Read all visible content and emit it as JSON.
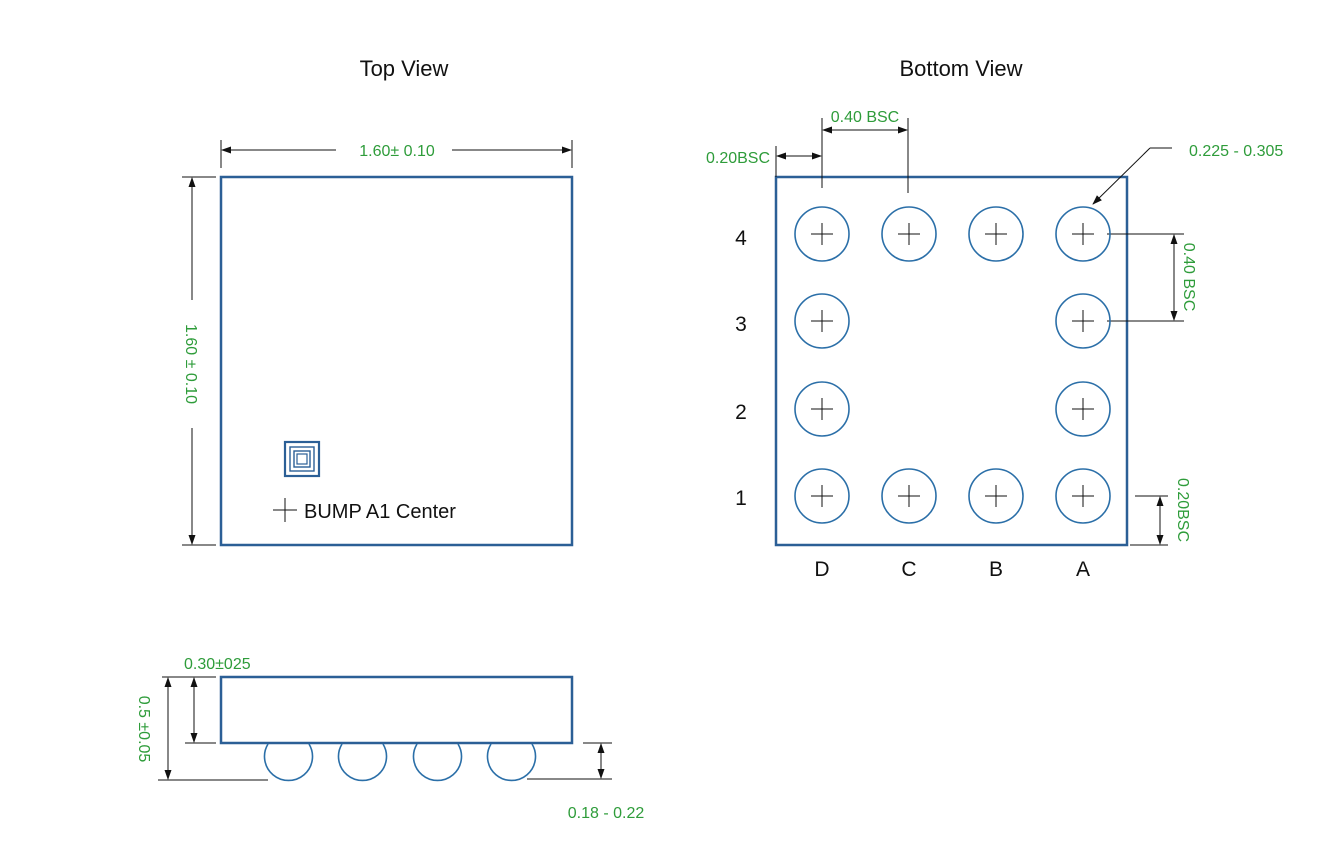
{
  "top_view": {
    "title": "Top View",
    "width_dim": "1.60± 0.10",
    "height_dim": "1.60 ± 0.10",
    "bump_label": "BUMP A1 Center",
    "marker_icon": "pin1-marker-icon"
  },
  "bottom_view": {
    "title": "Bottom View",
    "pitch_x_dim": "0.40 BSC",
    "edge_x_dim": "0.20BSC",
    "ball_dim": "0.225 - 0.305",
    "pitch_y_dim": "0.40 BSC",
    "edge_y_dim": "0.20BSC",
    "rows": [
      "4",
      "3",
      "2",
      "1"
    ],
    "cols": [
      "D",
      "C",
      "B",
      "A"
    ],
    "balls_present": [
      [
        true,
        true,
        true,
        true
      ],
      [
        true,
        false,
        false,
        true
      ],
      [
        true,
        false,
        false,
        true
      ],
      [
        true,
        true,
        true,
        true
      ]
    ]
  },
  "side_view": {
    "body_dim": "0.30±025",
    "total_dim": "0.5 ±0.05",
    "ball_height_dim": "0.18 - 0.22"
  },
  "colors": {
    "outline": "#2b5f96",
    "dimension_text": "#2e9c3a"
  }
}
